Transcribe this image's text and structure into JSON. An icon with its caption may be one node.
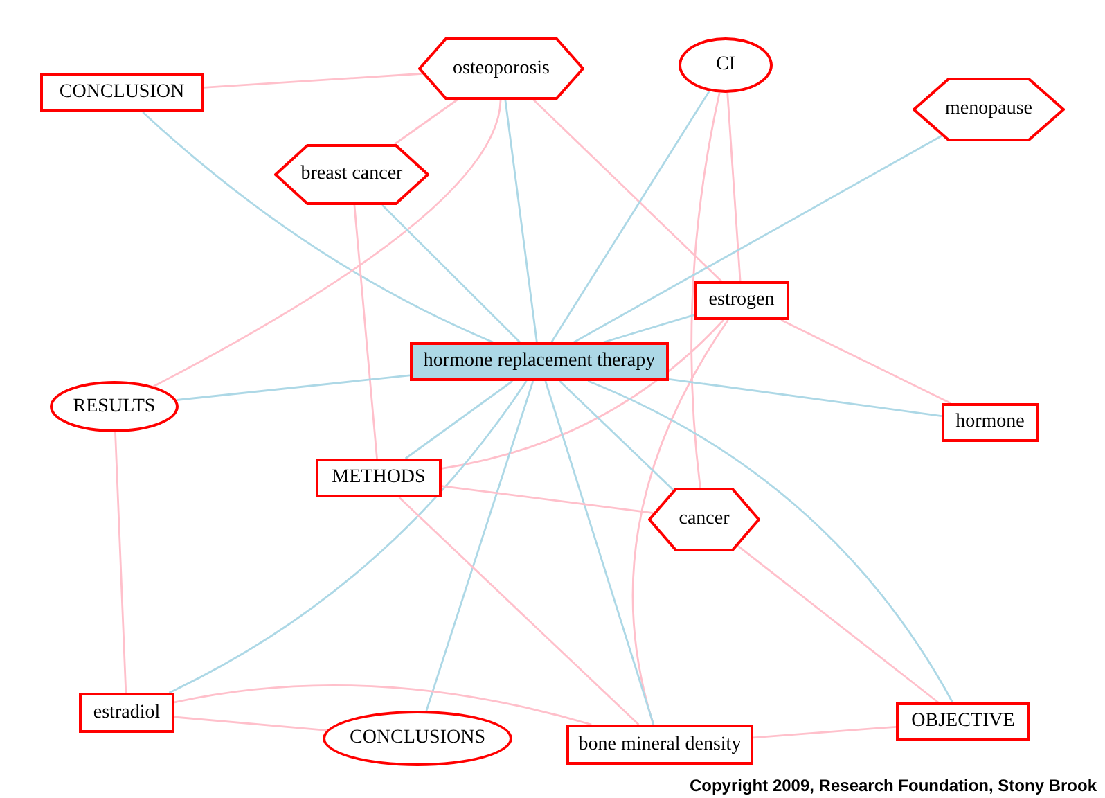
{
  "diagram": {
    "nodes": [
      {
        "text": [
          "CONCLUSION"
        ]
      },
      {
        "text": [
          "osteoporosis"
        ]
      },
      {
        "text": [
          "CI"
        ]
      },
      {
        "text": [
          "menopause"
        ]
      },
      {
        "text": [
          "breast cancer"
        ]
      },
      {
        "text": [
          "estrogen"
        ]
      },
      {
        "text": [
          "hormone replacement therapy"
        ]
      },
      {
        "text": [
          "RESULTS"
        ]
      },
      {
        "text": [
          "hormone"
        ]
      },
      {
        "text": [
          "METHODS"
        ]
      },
      {
        "text": [
          "cancer"
        ]
      },
      {
        "text": [
          "estradiol"
        ]
      },
      {
        "text": [
          "CONCLUSIONS"
        ]
      },
      {
        "text": [
          "bone mineral density"
        ]
      },
      {
        "text": [
          "OBJECTIVE"
        ]
      }
    ],
    "edges": [
      {
        "from": 0,
        "to": 1,
        "arrow": "none"
      },
      {
        "from": 0,
        "to": 6,
        "arrow": "none",
        "color": "#add8e6"
      },
      {
        "from": 1,
        "to": 4,
        "arrow": "none"
      },
      {
        "from": 1,
        "to": 6,
        "arrow": "none",
        "color": "#add8e6"
      },
      {
        "from": 1,
        "to": 7,
        "arrow": "none"
      },
      {
        "from": 1,
        "to": 5,
        "arrow": "none"
      },
      {
        "from": 2,
        "to": 6,
        "arrow": "none",
        "color": "#add8e6"
      },
      {
        "from": 2,
        "to": 5,
        "arrow": "none"
      },
      {
        "from": 2,
        "to": 10,
        "arrow": "none"
      },
      {
        "from": 3,
        "to": 6,
        "arrow": "none",
        "color": "#add8e6"
      },
      {
        "from": 4,
        "to": 6,
        "arrow": "none",
        "color": "#add8e6"
      },
      {
        "from": 4,
        "to": 9,
        "arrow": "none"
      },
      {
        "from": 5,
        "to": 6,
        "arrow": "none",
        "color": "#add8e6"
      },
      {
        "from": 5,
        "to": 8,
        "arrow": "none"
      },
      {
        "from": 5,
        "to": 9,
        "arrow": "none"
      },
      {
        "from": 5,
        "to": 13,
        "arrow": "none"
      },
      {
        "from": 6,
        "to": 7,
        "arrow": "none",
        "color": "#add8e6"
      },
      {
        "from": 6,
        "to": 8,
        "arrow": "none",
        "color": "#add8e6"
      },
      {
        "from": 6,
        "to": 9,
        "arrow": "none",
        "color": "#add8e6"
      },
      {
        "from": 6,
        "to": 10,
        "arrow": "none",
        "color": "#add8e6"
      },
      {
        "from": 6,
        "to": 11,
        "arrow": "none",
        "color": "#add8e6"
      },
      {
        "from": 6,
        "to": 12,
        "arrow": "none",
        "color": "#add8e6"
      },
      {
        "from": 6,
        "to": 13,
        "arrow": "none",
        "color": "#add8e6"
      },
      {
        "from": 6,
        "to": 14,
        "arrow": "none",
        "color": "#add8e6"
      },
      {
        "from": 7,
        "to": 11,
        "arrow": "none"
      },
      {
        "from": 9,
        "to": 10,
        "arrow": "none"
      },
      {
        "from": 9,
        "to": 13,
        "arrow": "none"
      },
      {
        "from": 10,
        "to": 14,
        "arrow": "none"
      },
      {
        "from": 11,
        "to": 12,
        "arrow": "none"
      },
      {
        "from": 11,
        "to": 13,
        "arrow": "none"
      },
      {
        "from": 13,
        "to": 14,
        "arrow": "none"
      }
    ],
    "labels": [
      "Copyright 2009, Research Foundation, Stony Brook"
    ]
  }
}
